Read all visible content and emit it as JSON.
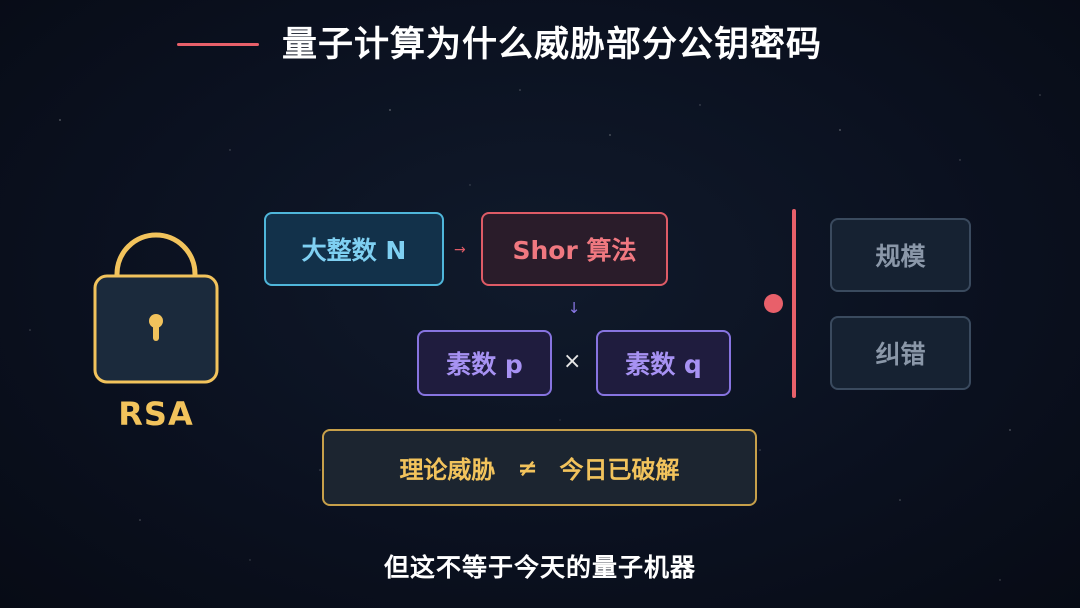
{
  "title": "量子计算为什么威胁部分公钥密码",
  "lock_label": "RSA",
  "flow": {
    "input": "大整数 N",
    "algorithm": "Shor 算法",
    "arrow_right": "→",
    "arrow_down": "↓",
    "factor_p": "素数 p",
    "times": "×",
    "factor_q": "素数 q"
  },
  "conclusion": {
    "left": "理论威胁",
    "neq": "≠",
    "right": "今日已破解"
  },
  "constraints": {
    "scale": "规模",
    "error_correction": "纠错"
  },
  "subtitle": "但这不等于今天的量子机器",
  "colors": {
    "accent_red": "#e8606a",
    "lock_gold": "#f2c35c",
    "cyan": "#4fb6da",
    "purple": "#8774e0"
  }
}
